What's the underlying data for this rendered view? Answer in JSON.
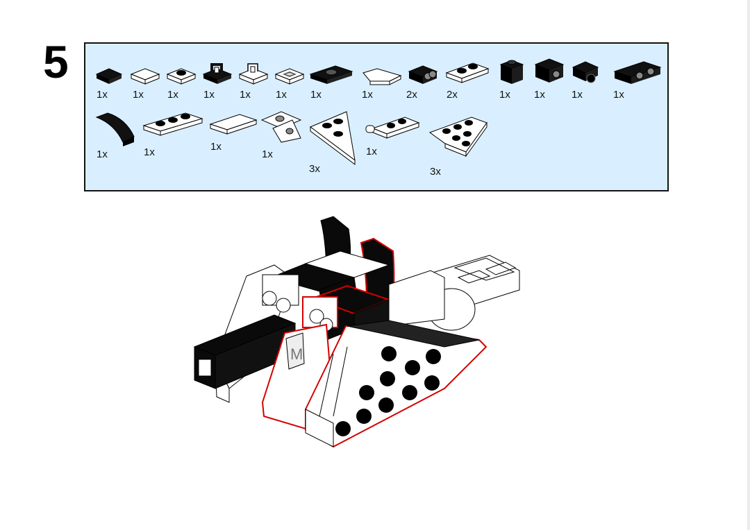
{
  "step": {
    "number": "5"
  },
  "parts": [
    {
      "icon": "black-tile-1x1-icon",
      "quantity": "1x"
    },
    {
      "icon": "white-tile-1x1-icon",
      "quantity": "1x"
    },
    {
      "icon": "white-plate-1x1-icon",
      "quantity": "1x"
    },
    {
      "icon": "black-clip-plate-icon",
      "quantity": "1x"
    },
    {
      "icon": "white-clip-plate-icon",
      "quantity": "1x"
    },
    {
      "icon": "m-printed-tile-icon",
      "quantity": "1x"
    },
    {
      "icon": "black-jumper-plate-1x2-icon",
      "quantity": "1x"
    },
    {
      "icon": "white-tile-corner-cut-icon",
      "quantity": "1x"
    },
    {
      "icon": "black-bracket-with-studs-icon",
      "quantity": "2x"
    },
    {
      "icon": "white-plate-1x2-icon",
      "quantity": "2x"
    },
    {
      "icon": "black-brick-1x1-icon",
      "quantity": "1x"
    },
    {
      "icon": "black-bracket-1x1-icon",
      "quantity": "1x"
    },
    {
      "icon": "black-clip-brick-icon",
      "quantity": "1x"
    },
    {
      "icon": "black-plate-bracket-1x2-icon",
      "quantity": "1x"
    },
    {
      "icon": "black-curved-slope-icon",
      "quantity": "1x"
    },
    {
      "icon": "white-plate-1x3-icon",
      "quantity": "1x"
    },
    {
      "icon": "white-tile-1x2-icon",
      "quantity": "1x"
    },
    {
      "icon": "white-bracket-plate-icon",
      "quantity": "1x"
    },
    {
      "icon": "white-wedge-plate-icon",
      "quantity": "3x"
    },
    {
      "icon": "white-plate-with-clip-icon",
      "quantity": "1x"
    },
    {
      "icon": "white-wedge-plate-3x4-icon",
      "quantity": "3x"
    }
  ],
  "model": {
    "icon": "assembled-model-icon"
  },
  "colors": {
    "panel_bg": "#d9efff",
    "new_parts_outline": "#d40000",
    "black_part": "#0a0a0a",
    "white_part": "#ffffff"
  }
}
